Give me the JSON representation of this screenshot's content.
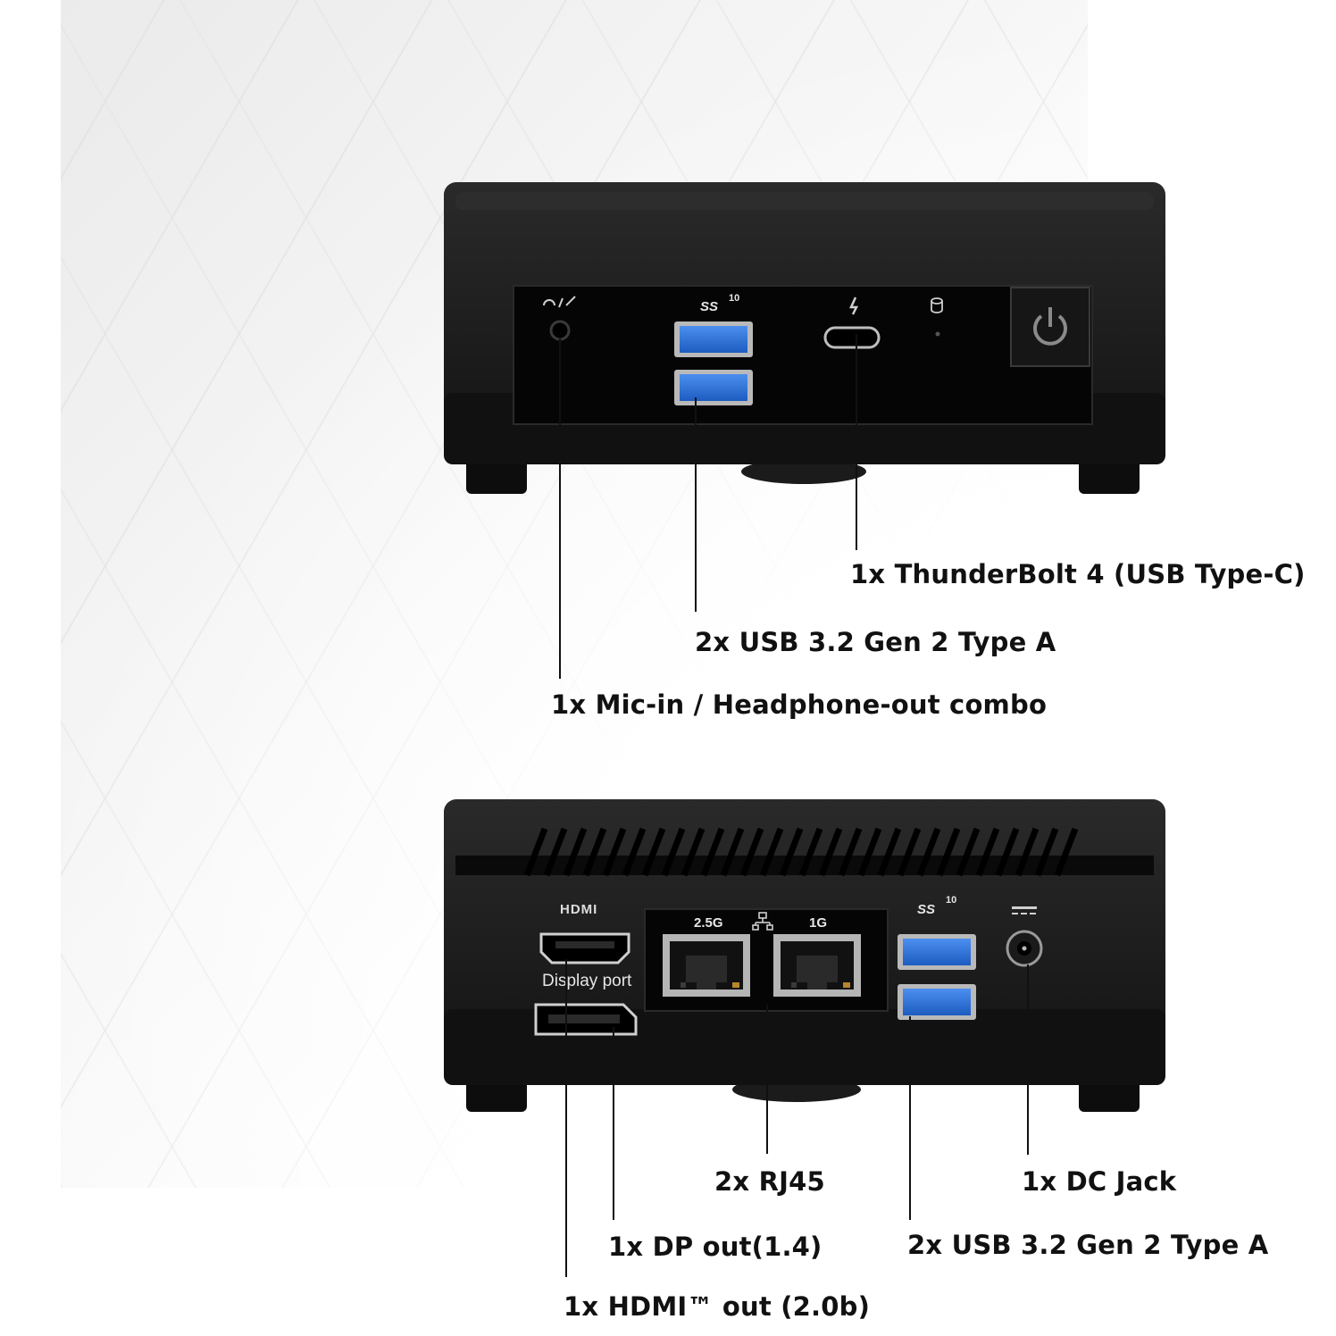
{
  "front_panel": {
    "ports": [
      {
        "label": "1x ThunderBolt 4 (USB Type-C)"
      },
      {
        "label": "2x USB 3.2 Gen 2 Type A"
      },
      {
        "label": "1x Mic-in / Headphone-out combo"
      }
    ],
    "usb_logo": "SS",
    "usb_speed": "10"
  },
  "rear_panel": {
    "ports": [
      {
        "label": "2x RJ45"
      },
      {
        "label": "1x DC Jack"
      },
      {
        "label": "1x DP out(1.4)"
      },
      {
        "label": "2x USB 3.2 Gen 2 Type A"
      },
      {
        "label": "1x HDMI™ out (2.0b)"
      }
    ],
    "hdmi_logo": "HDMI",
    "displayport_text": "Display port",
    "lan_2_5g": "2.5G",
    "lan_1g": "1G",
    "usb_logo": "SS",
    "usb_speed": "10"
  },
  "colors": {
    "usb_blue": "#2a6fd6",
    "chassis": "#151515",
    "panel": "#050505"
  }
}
